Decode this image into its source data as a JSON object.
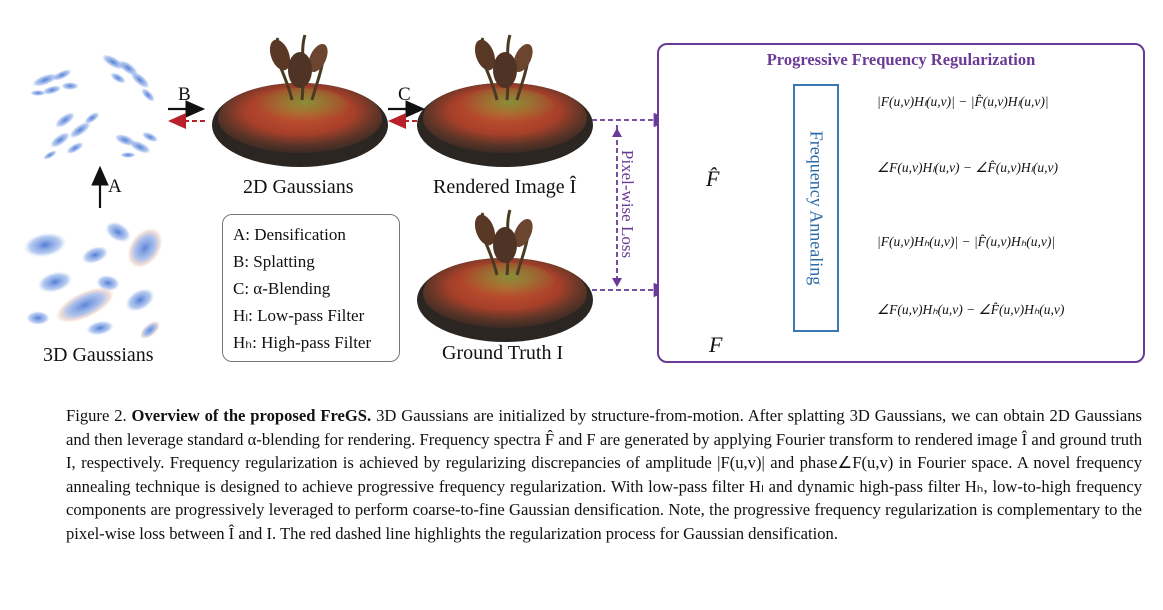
{
  "figure": {
    "labels": {
      "gaussians_3d": "3D Gaussians",
      "gaussians_2d": "2D Gaussians",
      "rendered": "Rendered Image Î",
      "ground_truth": "Ground Truth I",
      "arrow_a": "A",
      "arrow_b": "B",
      "arrow_c": "C",
      "pixel_loss": "Pixel-wise Loss",
      "spectrum_rendered": "F̂",
      "spectrum_gt": "F"
    },
    "legend": [
      "A:  Densification",
      "B:  Splatting",
      "C:  α-Blending",
      "Hₗ:  Low-pass Filter",
      "Hₕ:  High-pass Filter"
    ],
    "progressive": {
      "title": "Progressive Frequency Regularization",
      "annealing": "Frequency Annealing",
      "formulas": [
        "|F(u,v)Hₗ(u,v)| − |F̂(u,v)Hₗ(u,v)|",
        "∠F(u,v)Hₗ(u,v) − ∠F̂(u,v)Hₗ(u,v)",
        "|F(u,v)Hₕ(u,v)| − |F̂(u,v)Hₕ(u,v)|",
        "∠F(u,v)Hₕ(u,v) − ∠F̂(u,v)Hₕ(u,v)"
      ]
    },
    "colors": {
      "purple": "#6a3a96",
      "red_dashed": "#b8202a",
      "blue_box": "#3a78b5"
    }
  },
  "caption": {
    "label": "Figure 2.",
    "bold": "Overview of the proposed FreGS.",
    "text": "3D Gaussians are initialized by structure-from-motion. After splatting 3D Gaussians, we can obtain 2D Gaussians and then leverage standard α-blending for rendering. Frequency spectra F̂ and F are generated by applying Fourier transform to rendered image Î and ground truth I, respectively. Frequency regularization is achieved by regularizing discrepancies of amplitude |F(u,v)| and phase∠F(u,v) in Fourier space. A novel frequency annealing technique is designed to achieve progressive frequency regularization. With low-pass filter Hₗ and dynamic high-pass filter Hₕ, low-to-high frequency components are progressively leveraged to perform coarse-to-fine Gaussian densification. Note, the progressive frequency regularization is complementary to the pixel-wise loss between Î and I. The red dashed line highlights the regularization process for Gaussian densification."
  }
}
